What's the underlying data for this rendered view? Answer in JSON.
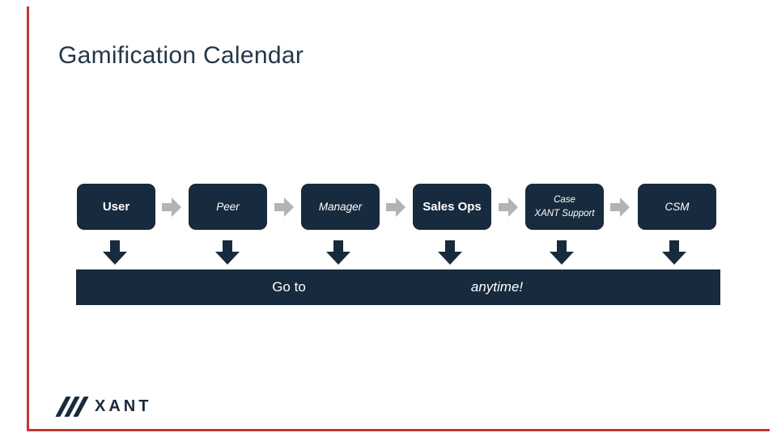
{
  "header": {
    "title": "Gamification Calendar"
  },
  "flow": {
    "boxes": [
      {
        "lines": [
          "User"
        ]
      },
      {
        "lines": [
          "Peer"
        ]
      },
      {
        "lines": [
          "Manager"
        ]
      },
      {
        "lines": [
          "Sales Ops"
        ]
      },
      {
        "lines": [
          "Case",
          "XANT Support"
        ]
      },
      {
        "lines": [
          "CSM"
        ]
      }
    ]
  },
  "banner": {
    "go_to": "Go to",
    "anytime": "anytime!"
  },
  "logo": {
    "text": "XANT"
  },
  "colors": {
    "navy": "#182a3d",
    "title_navy": "#24374a",
    "arrow_gray": "#b3b3b3",
    "accent_red": "#bf3a32",
    "text_white": "#ffffff"
  }
}
